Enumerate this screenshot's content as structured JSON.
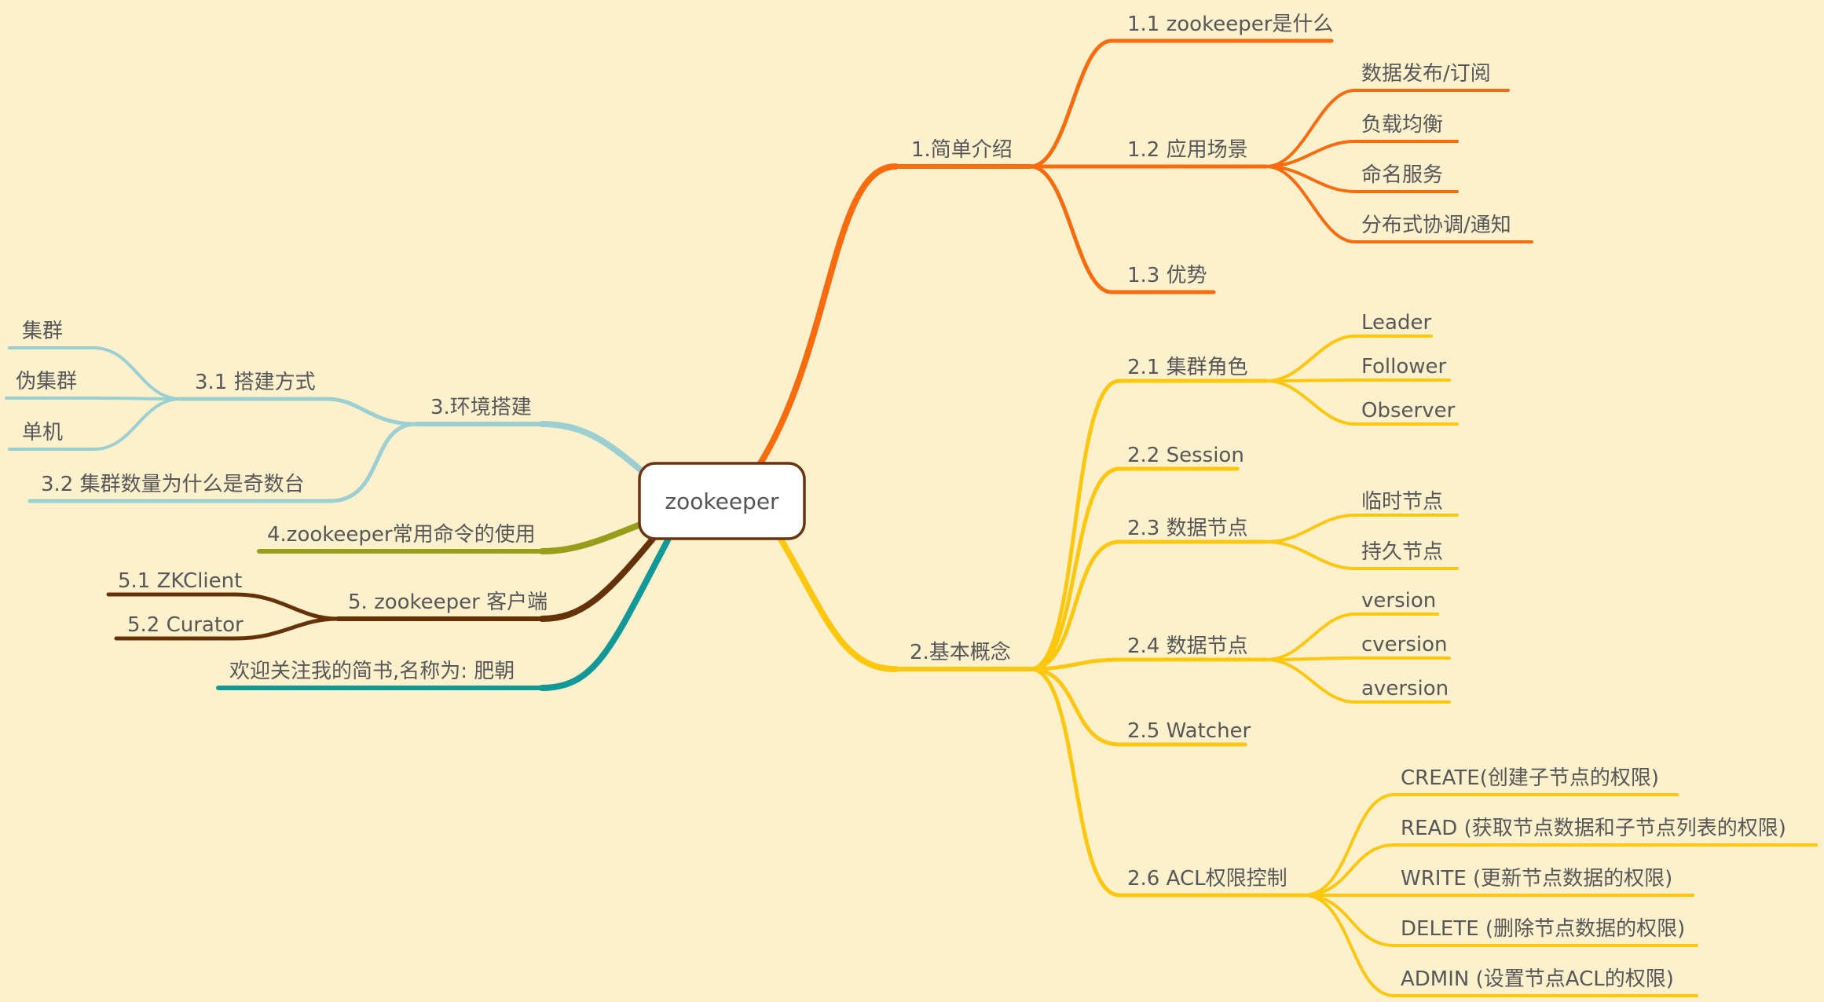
{
  "root": "zookeeper",
  "colors": {
    "background": "#fdf0cc",
    "intro": "#f96c0e",
    "concepts": "#fcc70c",
    "env": "#9ccfd1",
    "commands": "#979f1a",
    "client": "#653208",
    "follow": "#129896"
  },
  "branches": {
    "intro": {
      "label": "1.简单介绍",
      "children": [
        {
          "label": "1.1 zookeeper是什么"
        },
        {
          "label": "1.2 应用场景",
          "children": [
            "数据发布/订阅",
            "负载均衡",
            "命名服务",
            "分布式协调/通知"
          ]
        },
        {
          "label": "1.3 优势"
        }
      ]
    },
    "concepts": {
      "label": "2.基本概念",
      "children": [
        {
          "label": "2.1 集群角色",
          "children": [
            "Leader",
            "Follower",
            "Observer"
          ]
        },
        {
          "label": "2.2 Session"
        },
        {
          "label": "2.3 数据节点",
          "children": [
            "临时节点",
            "持久节点"
          ]
        },
        {
          "label": "2.4 数据节点",
          "children": [
            "version",
            "cversion",
            "aversion"
          ]
        },
        {
          "label": "2.5 Watcher"
        },
        {
          "label": "2.6 ACL权限控制",
          "children": [
            "CREATE(创建子节点的权限)",
            "READ (获取节点数据和子节点列表的权限)",
            "WRITE (更新节点数据的权限)",
            "DELETE (删除节点数据的权限)",
            "ADMIN (设置节点ACL的权限)"
          ]
        }
      ]
    },
    "env": {
      "label": "3.环境搭建",
      "children": [
        {
          "label": "3.1 搭建方式",
          "children": [
            "集群",
            "伪集群",
            "单机"
          ]
        },
        {
          "label": "3.2 集群数量为什么是奇数台"
        }
      ]
    },
    "commands": {
      "label": "4.zookeeper常用命令的使用"
    },
    "client": {
      "label": "5. zookeeper 客户端",
      "children": [
        "5.1 ZKClient",
        "5.2 Curator"
      ]
    },
    "follow": {
      "label": "欢迎关注我的简书,名称为: 肥朝"
    }
  }
}
